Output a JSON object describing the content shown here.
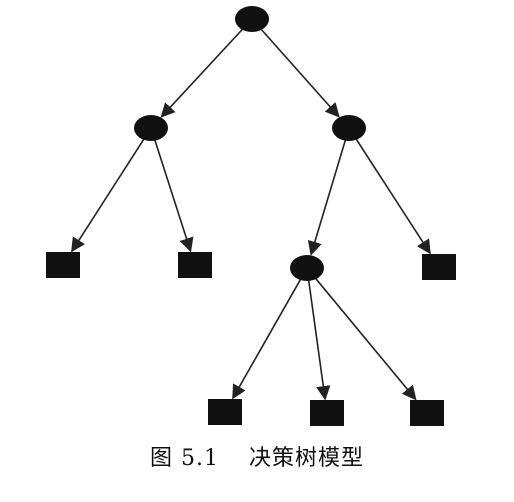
{
  "caption": {
    "figure_number": "图 5.1",
    "title": "决策树模型"
  },
  "diagram": {
    "node_color": "#111111",
    "edge_color": "#222222",
    "decision_nodes": [
      {
        "id": "root"
      },
      {
        "id": "left"
      },
      {
        "id": "right"
      },
      {
        "id": "mid"
      }
    ],
    "leaf_nodes": [
      {
        "id": "leaf-1"
      },
      {
        "id": "leaf-2"
      },
      {
        "id": "leaf-3"
      },
      {
        "id": "leaf-4"
      },
      {
        "id": "leaf-5"
      },
      {
        "id": "leaf-6"
      }
    ],
    "edges": [
      [
        "root",
        "left"
      ],
      [
        "root",
        "right"
      ],
      [
        "left",
        "leaf-1"
      ],
      [
        "left",
        "leaf-2"
      ],
      [
        "right",
        "mid"
      ],
      [
        "right",
        "leaf-3"
      ],
      [
        "mid",
        "leaf-4"
      ],
      [
        "mid",
        "leaf-5"
      ],
      [
        "mid",
        "leaf-6"
      ]
    ]
  }
}
